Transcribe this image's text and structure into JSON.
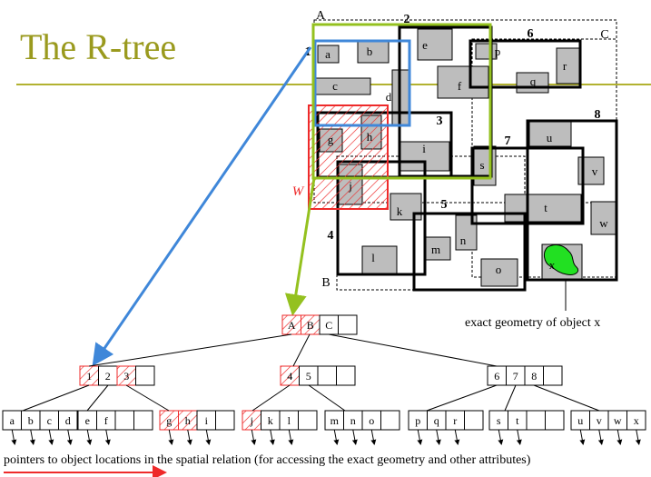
{
  "title": "The R-tree",
  "colors": {
    "title": "#9a9a1e",
    "rule": "#b2b230",
    "rect_fill": "#bdbdbd",
    "node_outline": "#000000",
    "root_A": "#94c11f",
    "region_1": "#3f87d9",
    "window_W": "#ee2a2a",
    "object_x": "#22e022",
    "arrow_blue": "#3f87d9",
    "arrow_green": "#94c11f",
    "pointer_underline": "#ee2a2a"
  },
  "map": {
    "region_labels": [
      "A",
      "B",
      "C",
      "1",
      "2",
      "3",
      "4",
      "5",
      "6",
      "7",
      "8"
    ],
    "object_labels": [
      "a",
      "b",
      "c",
      "d",
      "e",
      "f",
      "g",
      "h",
      "i",
      "j",
      "k",
      "l",
      "m",
      "n",
      "o",
      "p",
      "q",
      "r",
      "s",
      "t",
      "u",
      "v",
      "w",
      "x"
    ],
    "window_label": "W",
    "annotation": "exact geometry of object x"
  },
  "tree": {
    "root": [
      "A",
      "B",
      "C",
      ""
    ],
    "level1": [
      [
        "1",
        "2",
        "3",
        ""
      ],
      [
        "4",
        "5",
        "",
        ""
      ],
      [
        "6",
        "7",
        "8",
        ""
      ]
    ],
    "leaves": [
      [
        "a",
        "b",
        "c",
        "d"
      ],
      [
        "e",
        "f",
        "",
        ""
      ],
      [
        "g",
        "h",
        "i",
        ""
      ],
      [
        "j",
        "k",
        "l",
        ""
      ],
      [
        "m",
        "n",
        "o",
        ""
      ],
      [
        "p",
        "q",
        "r",
        ""
      ],
      [
        "s",
        "t",
        "",
        ""
      ],
      [
        "u",
        "v",
        "w",
        "x"
      ]
    ],
    "footer": "pointers to object locations in the spatial relation (for accessing the exact geometry and other attributes)"
  }
}
